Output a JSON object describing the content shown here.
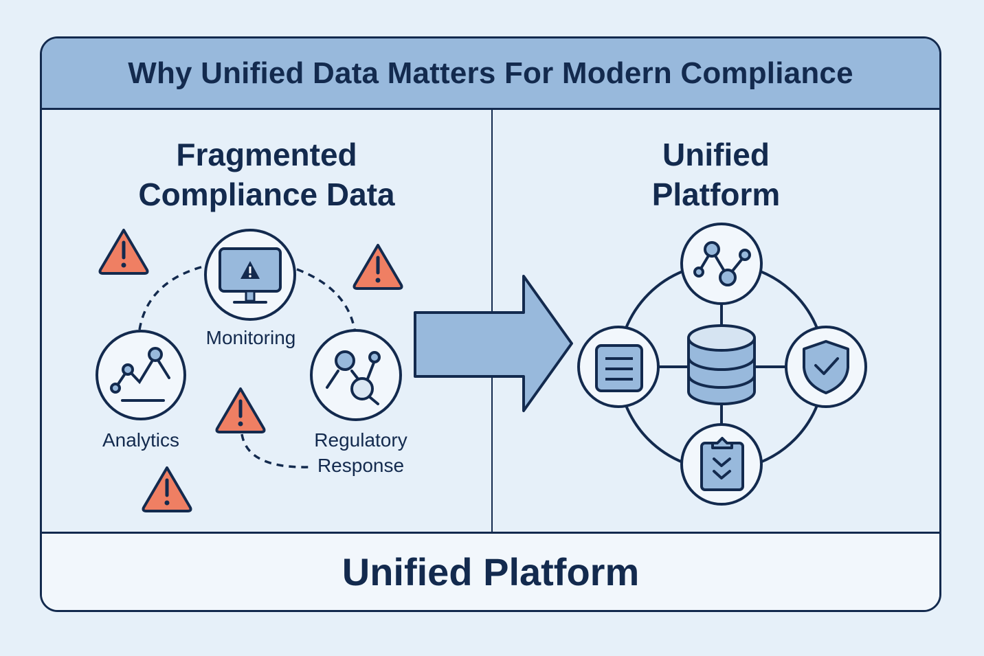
{
  "header": {
    "title": "Why Unified Data Matters For Modern Compliance"
  },
  "left_panel": {
    "title_line1": "Fragmented",
    "title_line2": "Compliance Data",
    "nodes": [
      {
        "label": "Monitoring",
        "icon": "monitor-warning-icon"
      },
      {
        "label": "Analytics",
        "icon": "line-chart-icon"
      },
      {
        "label_line1": "Regulatory",
        "label_line2": "Response",
        "icon": "search-nodes-icon"
      }
    ],
    "warnings": 4
  },
  "right_panel": {
    "title_line1": "Unified",
    "title_line2": "Platform",
    "hub": {
      "icon": "database-icon"
    },
    "spokes": [
      {
        "position": "top",
        "icon": "network-graph-icon"
      },
      {
        "position": "left",
        "icon": "document-list-icon"
      },
      {
        "position": "right",
        "icon": "shield-check-icon"
      },
      {
        "position": "bottom",
        "icon": "clipboard-check-icon"
      }
    ]
  },
  "footer": {
    "label": "Unified Platform"
  },
  "colors": {
    "navy": "#132a4e",
    "header_blue": "#98b9dc",
    "icon_blue": "#98b9dc",
    "warning_orange": "#ef7f63",
    "background": "#e6f0f9",
    "circle_fill": "#f2f7fc"
  }
}
